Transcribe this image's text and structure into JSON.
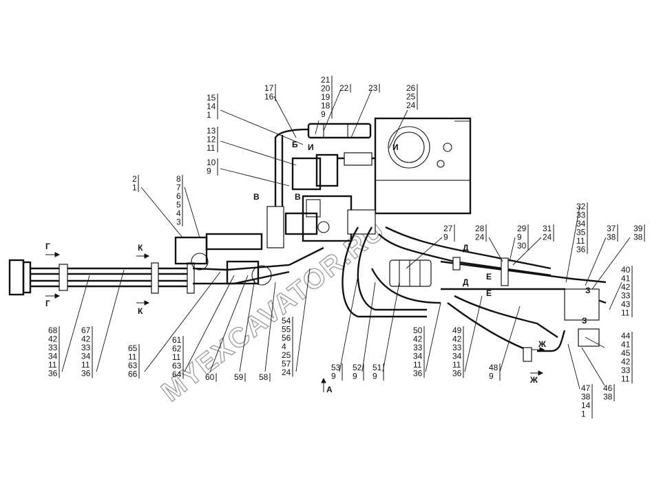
{
  "watermark": "MYEXCAVATOR.RU",
  "callouts": [
    {
      "id": "c-17-16",
      "lines": [
        "17",
        "16"
      ]
    },
    {
      "id": "c-21-9",
      "lines": [
        "21",
        "20",
        "19",
        "18",
        "9"
      ]
    },
    {
      "id": "c-22",
      "lines": [
        "22"
      ]
    },
    {
      "id": "c-23",
      "lines": [
        "23"
      ]
    },
    {
      "id": "c-26-24",
      "lines": [
        "26",
        "25",
        "24"
      ]
    },
    {
      "id": "c-15-1",
      "lines": [
        "15",
        "14",
        "1"
      ]
    },
    {
      "id": "c-13-11",
      "lines": [
        "13",
        "12",
        "11"
      ]
    },
    {
      "id": "c-10-9",
      "lines": [
        "10",
        "9"
      ]
    },
    {
      "id": "c-2-1",
      "lines": [
        "2",
        "1"
      ]
    },
    {
      "id": "c-8-3",
      "lines": [
        "8",
        "7",
        "6",
        "5",
        "4",
        "3"
      ]
    },
    {
      "id": "c-27-9",
      "lines": [
        "27",
        "9"
      ]
    },
    {
      "id": "c-28-24",
      "lines": [
        "28",
        "24"
      ]
    },
    {
      "id": "c-29-30",
      "lines": [
        "29",
        "9",
        "30"
      ]
    },
    {
      "id": "c-31-24",
      "lines": [
        "31",
        "24"
      ]
    },
    {
      "id": "c-32-36",
      "lines": [
        "32",
        "33",
        "34",
        "35",
        "11",
        "36"
      ]
    },
    {
      "id": "c-37-38",
      "lines": [
        "37",
        "38"
      ]
    },
    {
      "id": "c-39-38",
      "lines": [
        "39",
        "38"
      ]
    },
    {
      "id": "c-40-11",
      "lines": [
        "40",
        "41",
        "42",
        "33",
        "43",
        "11"
      ]
    },
    {
      "id": "c-44-11",
      "lines": [
        "44",
        "41",
        "45",
        "42",
        "33",
        "11"
      ]
    },
    {
      "id": "c-47-1",
      "lines": [
        "47",
        "38",
        "14",
        "1"
      ]
    },
    {
      "id": "c-46-38",
      "lines": [
        "46",
        "38"
      ]
    },
    {
      "id": "c-68-36",
      "lines": [
        "68",
        "42",
        "33",
        "34",
        "11",
        "36"
      ]
    },
    {
      "id": "c-67-36",
      "lines": [
        "67",
        "42",
        "33",
        "34",
        "11",
        "36"
      ]
    },
    {
      "id": "c-65-66",
      "lines": [
        "65",
        "11",
        "63",
        "66"
      ]
    },
    {
      "id": "c-61-64",
      "lines": [
        "61",
        "62",
        "11",
        "63",
        "64"
      ]
    },
    {
      "id": "c-60",
      "lines": [
        "60"
      ]
    },
    {
      "id": "c-59",
      "lines": [
        "59"
      ]
    },
    {
      "id": "c-58",
      "lines": [
        "58"
      ]
    },
    {
      "id": "c-54-24",
      "lines": [
        "54",
        "55",
        "56",
        "4",
        "25",
        "57",
        "24"
      ]
    },
    {
      "id": "c-53-9",
      "lines": [
        "53",
        "9"
      ]
    },
    {
      "id": "c-52-9",
      "lines": [
        "52",
        "9"
      ]
    },
    {
      "id": "c-51-9",
      "lines": [
        "51",
        "9"
      ]
    },
    {
      "id": "c-50-36",
      "lines": [
        "50",
        "42",
        "33",
        "34",
        "11",
        "36"
      ]
    },
    {
      "id": "c-49-36",
      "lines": [
        "49",
        "42",
        "33",
        "34",
        "11",
        "36"
      ]
    },
    {
      "id": "c-48-9",
      "lines": [
        "48",
        "9"
      ]
    }
  ],
  "section_marks": [
    {
      "id": "G-top",
      "text": "Г"
    },
    {
      "id": "G-bot",
      "text": "Г"
    },
    {
      "id": "K-top",
      "text": "К"
    },
    {
      "id": "K-bot",
      "text": "К"
    },
    {
      "id": "B-left",
      "text": "В"
    },
    {
      "id": "B-right",
      "text": "В"
    },
    {
      "id": "Bb",
      "text": "Б"
    },
    {
      "id": "I-1",
      "text": "И"
    },
    {
      "id": "I-2",
      "text": "И"
    },
    {
      "id": "D-1",
      "text": "Д"
    },
    {
      "id": "D-2",
      "text": "Д"
    },
    {
      "id": "E-1",
      "text": "Е"
    },
    {
      "id": "E-2",
      "text": "Е"
    },
    {
      "id": "Z-1",
      "text": "З"
    },
    {
      "id": "Z-2",
      "text": "З"
    },
    {
      "id": "Zh-1",
      "text": "Ж"
    },
    {
      "id": "Zh-2",
      "text": "Ж"
    },
    {
      "id": "A",
      "text": "А"
    }
  ]
}
